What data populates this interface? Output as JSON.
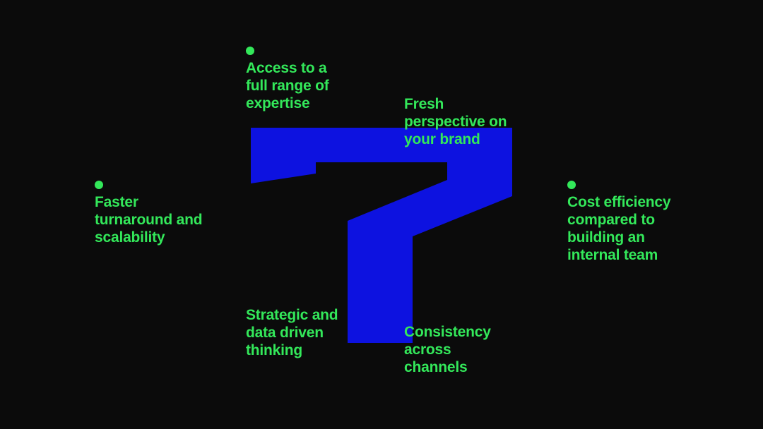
{
  "colors": {
    "background": "#0b0b0b",
    "accent_blue": "#0d12e0",
    "accent_green": "#33e85a"
  },
  "shape": {
    "glyph": "7",
    "color_name": "accent_blue"
  },
  "items": [
    {
      "label": "Access to a\nfull range of\nexpertise",
      "has_dot": true
    },
    {
      "label": "Fresh\nperspective on\nyour brand",
      "has_dot": true
    },
    {
      "label": "Faster\nturnaround and\nscalability",
      "has_dot": true
    },
    {
      "label": "Cost efficiency\ncompared to\nbuilding an\ninternal team",
      "has_dot": true
    },
    {
      "label": "Strategic and\ndata driven\nthinking",
      "has_dot": true
    },
    {
      "label": "Consistency\nacross\nchannels",
      "has_dot": true
    }
  ]
}
